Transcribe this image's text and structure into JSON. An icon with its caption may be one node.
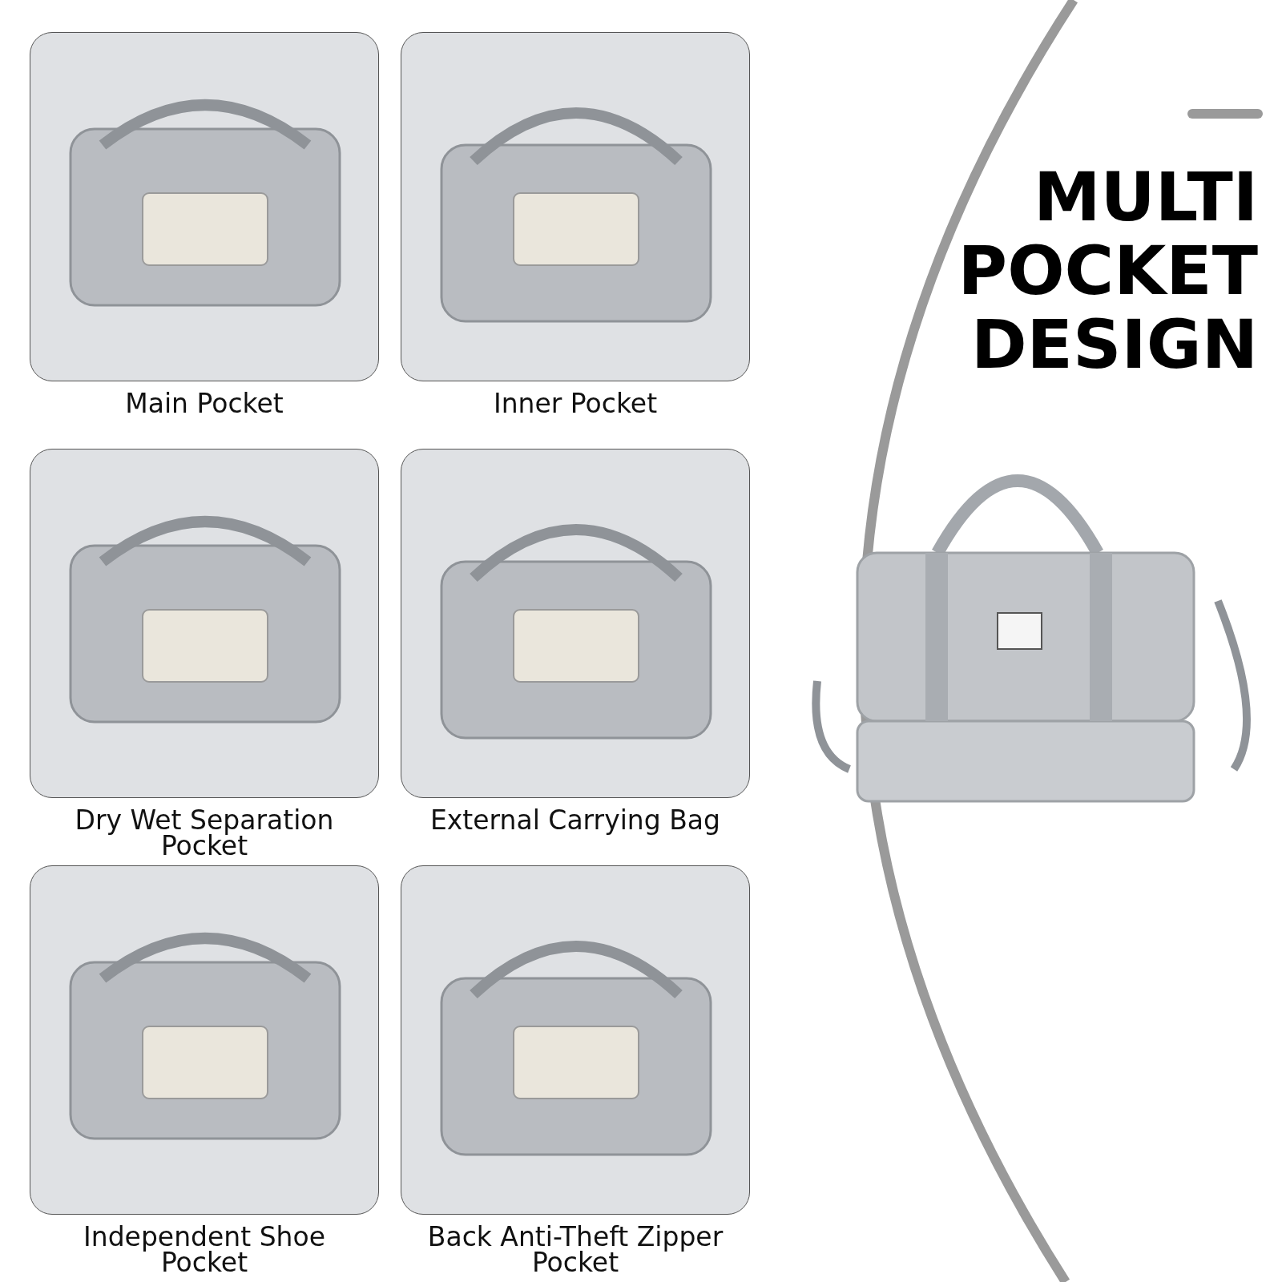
{
  "diagram": {
    "title": "MULTI POCKET DESIGN",
    "nodes": [
      {
        "text": [
          "Main Pocket"
        ]
      },
      {
        "text": [
          "Inner Pocket"
        ]
      },
      {
        "text": [
          "Dry Wet Separation Pocket"
        ]
      },
      {
        "text": [
          "External Carrying Bag"
        ]
      },
      {
        "text": [
          "Independent Shoe Pocket"
        ]
      },
      {
        "text": [
          "Back Anti-Theft Zipper Pocket"
        ]
      },
      {
        "text": [],
        "shape": "picture"
      }
    ],
    "edges": []
  }
}
